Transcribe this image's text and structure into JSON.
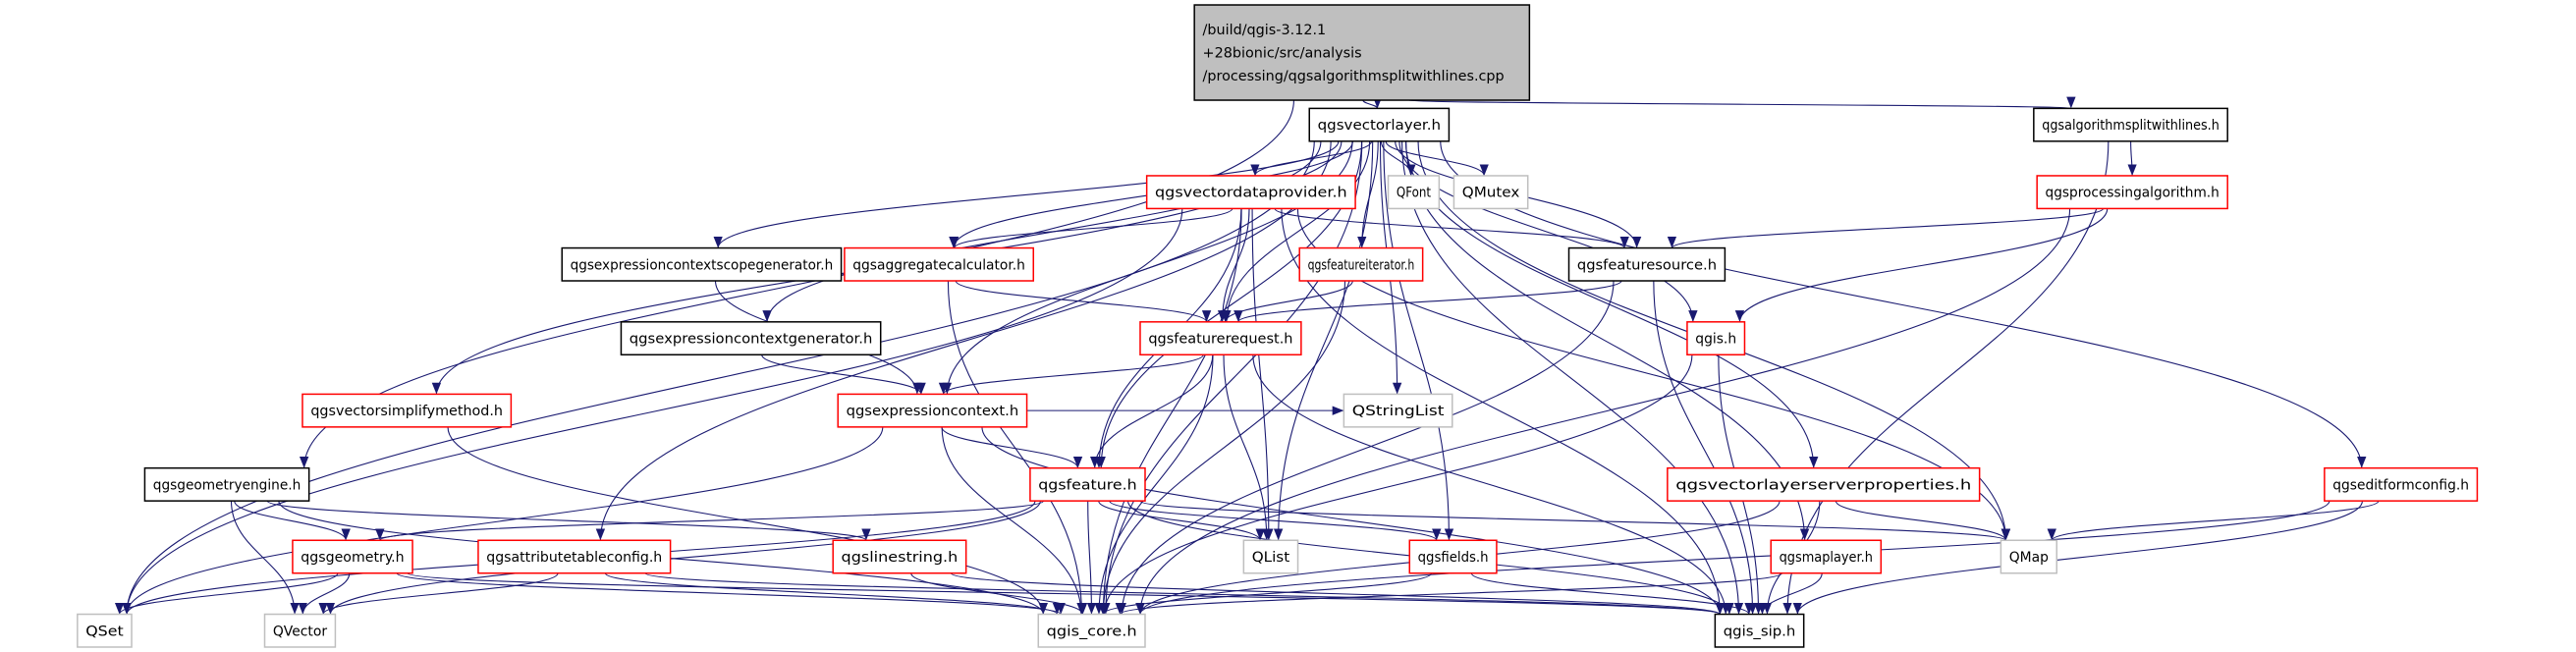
{
  "colors": {
    "edge": "#191970",
    "red_border": "#ff0000",
    "black_border": "#000000",
    "gray_border": "#bfbfbf",
    "root_fill": "#bfbfbf"
  },
  "nodes": [
    {
      "id": "root",
      "label": "/build/qgis-3.12.1\n+28bionic/src/analysis\n/processing/qgsalgorithmsplitwithlines.cpp",
      "style": "root"
    },
    {
      "id": "vectorlayer",
      "label": "qgsvectorlayer.h",
      "style": "black"
    },
    {
      "id": "algsplit",
      "label": "qgsalgorithmsplitwithlines.h",
      "style": "black"
    },
    {
      "id": "vectordataprovider",
      "label": "qgsvectordataprovider.h",
      "style": "red"
    },
    {
      "id": "QFont",
      "label": "QFont",
      "style": "gray"
    },
    {
      "id": "QMutex",
      "label": "QMutex",
      "style": "gray"
    },
    {
      "id": "processingalgorithm",
      "label": "qgsprocessingalgorithm.h",
      "style": "red"
    },
    {
      "id": "exprctxscopegen",
      "label": "qgsexpressioncontextscopegenerator.h",
      "style": "black"
    },
    {
      "id": "aggregatecalculator",
      "label": "qgsaggregatecalculator.h",
      "style": "red"
    },
    {
      "id": "featureiterator",
      "label": "qgsfeatureiterator.h",
      "style": "red"
    },
    {
      "id": "featuresource",
      "label": "qgsfeaturesource.h",
      "style": "black"
    },
    {
      "id": "exprctxgen",
      "label": "qgsexpressioncontextgenerator.h",
      "style": "black"
    },
    {
      "id": "featurerequest",
      "label": "qgsfeaturerequest.h",
      "style": "red"
    },
    {
      "id": "qgis",
      "label": "qgis.h",
      "style": "red"
    },
    {
      "id": "vectorsimplify",
      "label": "qgsvectorsimplifymethod.h",
      "style": "red"
    },
    {
      "id": "exprctx",
      "label": "qgsexpressioncontext.h",
      "style": "red"
    },
    {
      "id": "QStringList",
      "label": "QStringList",
      "style": "gray"
    },
    {
      "id": "geometryengine",
      "label": "qgsgeometryengine.h",
      "style": "black"
    },
    {
      "id": "feature",
      "label": "qgsfeature.h",
      "style": "red"
    },
    {
      "id": "vlserverprops",
      "label": "qgsvectorlayerserverproperties.h",
      "style": "red"
    },
    {
      "id": "editformconfig",
      "label": "qgseditformconfig.h",
      "style": "red"
    },
    {
      "id": "geometry",
      "label": "qgsgeometry.h",
      "style": "red"
    },
    {
      "id": "attributetableconfig",
      "label": "qgsattributetableconfig.h",
      "style": "red"
    },
    {
      "id": "linestring",
      "label": "qgslinestring.h",
      "style": "red"
    },
    {
      "id": "QList",
      "label": "QList",
      "style": "gray"
    },
    {
      "id": "fields",
      "label": "qgsfields.h",
      "style": "red"
    },
    {
      "id": "maplayer",
      "label": "qgsmaplayer.h",
      "style": "red"
    },
    {
      "id": "QMap",
      "label": "QMap",
      "style": "gray"
    },
    {
      "id": "QSet",
      "label": "QSet",
      "style": "gray"
    },
    {
      "id": "QVector",
      "label": "QVector",
      "style": "gray"
    },
    {
      "id": "qgis_core",
      "label": "qgis_core.h",
      "style": "gray"
    },
    {
      "id": "qgis_sip",
      "label": "qgis_sip.h",
      "style": "black"
    }
  ],
  "edges": [
    [
      "root",
      "vectorlayer"
    ],
    [
      "root",
      "algsplit"
    ],
    [
      "root",
      "geometryengine"
    ],
    [
      "algsplit",
      "processingalgorithm"
    ],
    [
      "algsplit",
      "qgis_sip"
    ],
    [
      "processingalgorithm",
      "featuresource"
    ],
    [
      "processingalgorithm",
      "qgis"
    ],
    [
      "processingalgorithm",
      "qgis_core"
    ],
    [
      "vectorlayer",
      "vectordataprovider"
    ],
    [
      "vectorlayer",
      "featureiterator"
    ],
    [
      "vectorlayer",
      "featuresource"
    ],
    [
      "vectorlayer",
      "featurerequest"
    ],
    [
      "vectorlayer",
      "aggregatecalculator"
    ],
    [
      "vectorlayer",
      "exprctxscopegen"
    ],
    [
      "vectorlayer",
      "exprctxgen"
    ],
    [
      "vectorlayer",
      "exprctx"
    ],
    [
      "vectorlayer",
      "vectorsimplify"
    ],
    [
      "vectorlayer",
      "feature"
    ],
    [
      "vectorlayer",
      "attributetableconfig"
    ],
    [
      "vectorlayer",
      "QSet"
    ],
    [
      "vectorlayer",
      "QFont"
    ],
    [
      "vectorlayer",
      "QMutex"
    ],
    [
      "vectorlayer",
      "QStringList"
    ],
    [
      "vectorlayer",
      "QList"
    ],
    [
      "vectorlayer",
      "fields"
    ],
    [
      "vectorlayer",
      "maplayer"
    ],
    [
      "vectorlayer",
      "QMap"
    ],
    [
      "vectorlayer",
      "qgis"
    ],
    [
      "vectorlayer",
      "vlserverprops"
    ],
    [
      "vectorlayer",
      "editformconfig"
    ],
    [
      "vectorlayer",
      "qgis_sip"
    ],
    [
      "vectorlayer",
      "qgis_core"
    ],
    [
      "vectordataprovider",
      "aggregatecalculator"
    ],
    [
      "vectordataprovider",
      "featuresource"
    ],
    [
      "vectordataprovider",
      "featurerequest"
    ],
    [
      "vectordataprovider",
      "feature"
    ],
    [
      "vectordataprovider",
      "QList"
    ],
    [
      "vectordataprovider",
      "qgis_core"
    ],
    [
      "vectordataprovider",
      "QSet"
    ],
    [
      "vectordataprovider",
      "QMap"
    ],
    [
      "vectordataprovider",
      "qgis_sip"
    ],
    [
      "aggregatecalculator",
      "featurerequest"
    ],
    [
      "aggregatecalculator",
      "qgis_core"
    ],
    [
      "exprctxscopegen",
      "exprctx"
    ],
    [
      "exprctxgen",
      "exprctx"
    ],
    [
      "featureiterator",
      "featurerequest"
    ],
    [
      "featureiterator",
      "qgis_core"
    ],
    [
      "featuresource",
      "featurerequest"
    ],
    [
      "featuresource",
      "qgis_core"
    ],
    [
      "featuresource",
      "qgis_sip"
    ],
    [
      "featurerequest",
      "exprctx"
    ],
    [
      "featurerequest",
      "feature"
    ],
    [
      "featurerequest",
      "QList"
    ],
    [
      "featurerequest",
      "qgis_core"
    ],
    [
      "featurerequest",
      "qgis_sip"
    ],
    [
      "qgis",
      "qgis_core"
    ],
    [
      "qgis",
      "qgis_sip"
    ],
    [
      "vectorsimplify",
      "qgis_core"
    ],
    [
      "exprctx",
      "QSet"
    ],
    [
      "exprctx",
      "feature"
    ],
    [
      "exprctx",
      "QStringList"
    ],
    [
      "exprctx",
      "qgis_core"
    ],
    [
      "exprctx",
      "qgis_sip"
    ],
    [
      "geometryengine",
      "geometry"
    ],
    [
      "geometryengine",
      "QVector"
    ],
    [
      "geometryengine",
      "linestring"
    ],
    [
      "geometryengine",
      "qgis_core"
    ],
    [
      "feature",
      "geometry"
    ],
    [
      "feature",
      "QSet"
    ],
    [
      "feature",
      "QVector"
    ],
    [
      "feature",
      "QList"
    ],
    [
      "feature",
      "fields"
    ],
    [
      "feature",
      "QMap"
    ],
    [
      "feature",
      "qgis_core"
    ],
    [
      "feature",
      "qgis_sip"
    ],
    [
      "geometry",
      "QSet"
    ],
    [
      "geometry",
      "QVector"
    ],
    [
      "geometry",
      "qgis_core"
    ],
    [
      "geometry",
      "qgis_sip"
    ],
    [
      "attributetableconfig",
      "QVector"
    ],
    [
      "attributetableconfig",
      "qgis_core"
    ],
    [
      "attributetableconfig",
      "qgis_sip"
    ],
    [
      "linestring",
      "qgis_core"
    ],
    [
      "linestring",
      "qgis_sip"
    ],
    [
      "fields",
      "qgis_core"
    ],
    [
      "fields",
      "qgis_sip"
    ],
    [
      "maplayer",
      "qgis_core"
    ],
    [
      "maplayer",
      "qgis_sip"
    ],
    [
      "vlserverprops",
      "QMap"
    ],
    [
      "vlserverprops",
      "qgis_core"
    ],
    [
      "vlserverprops",
      "qgis_sip"
    ],
    [
      "editformconfig",
      "QMap"
    ],
    [
      "editformconfig",
      "qgis_core"
    ],
    [
      "editformconfig",
      "qgis_sip"
    ]
  ]
}
